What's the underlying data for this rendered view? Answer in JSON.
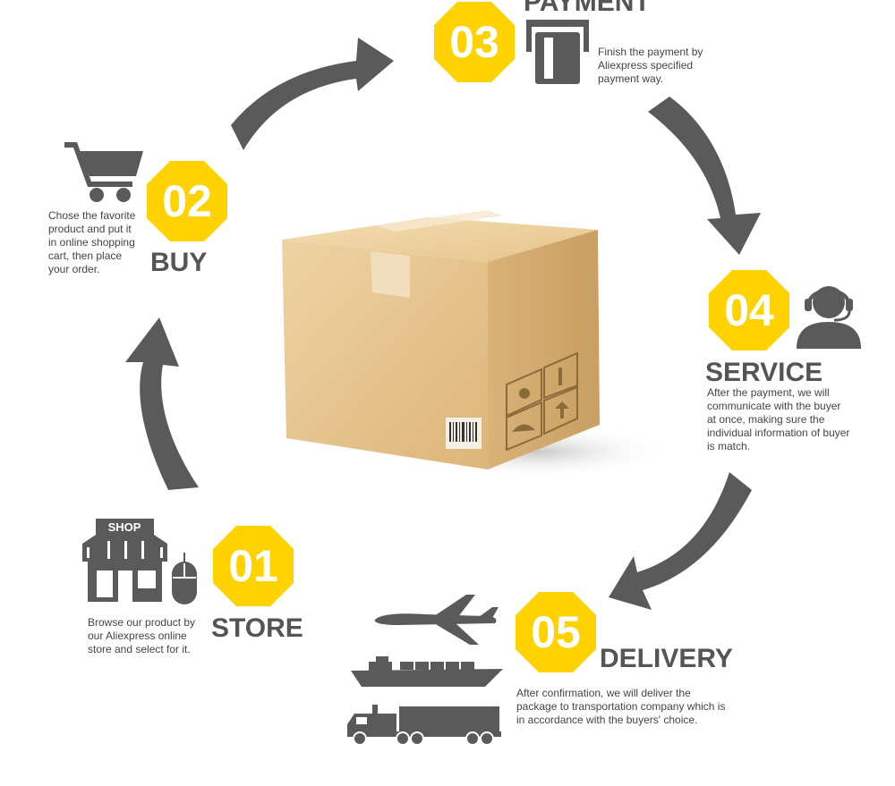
{
  "colors": {
    "accent": "#ffd200",
    "dark": "#555555",
    "arrow": "#5a5a5a"
  },
  "steps": [
    {
      "number": "01",
      "title": "STORE",
      "icon": "shop-icon",
      "desc": [
        "Browse our product by",
        "our Aliexpress online",
        "store and select for it."
      ]
    },
    {
      "number": "02",
      "title": "BUY",
      "icon": "shopping-cart-icon",
      "desc": [
        "Chose the favorite",
        "product and put it",
        "in online shopping",
        "cart, then place",
        "your order."
      ]
    },
    {
      "number": "03",
      "title": "PAYMENT",
      "icon": "card-payment-icon",
      "desc": [
        "Finish the payment by",
        "Aliexpress specified",
        "payment way."
      ]
    },
    {
      "number": "04",
      "title": "SERVICE",
      "icon": "headset-agent-icon",
      "desc": [
        "After the payment, we will",
        "communicate with the buyer",
        "at once, making sure the",
        "individual information of buyer",
        "is match."
      ]
    },
    {
      "number": "05",
      "title": "DELIVERY",
      "icon": "transport-icon",
      "desc": [
        "After confirmation, we will deliver the",
        "package to transportation company which is",
        "in accordance with the buyers' choice."
      ]
    }
  ],
  "shop_sign": "SHOP"
}
